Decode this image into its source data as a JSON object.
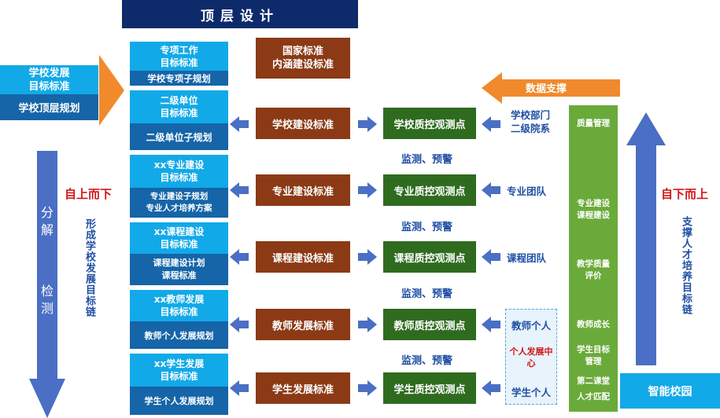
{
  "title": "顶层设计",
  "left_top": {
    "line1": "学校发展",
    "line2": "目标标准",
    "bottom": "学校顶层规划"
  },
  "left_arrow_text": {
    "line1": "分",
    "line2": "解",
    "line3": "检",
    "line4": "测"
  },
  "top_down": "自上而下",
  "chain_text": "形成学校发展目标链",
  "plans": [
    {
      "t1": "专项工作",
      "t2": "目标标准",
      "b1": "学校专项子规划",
      "b2": ""
    },
    {
      "t1": "二级单位",
      "t2": "目标标准",
      "b1": "二级单位子规划",
      "b2": ""
    },
    {
      "t1": "xx专业建设",
      "t2": "目标标准",
      "b1": "专业建设子规划",
      "b2": "专业人才培养方案"
    },
    {
      "t1": "xx课程建设",
      "t2": "目标标准",
      "b1": "课程建设计划",
      "b2": "课程标准"
    },
    {
      "t1": "xx教师发展",
      "t2": "目标标准",
      "b1": "教师个人发展规划",
      "b2": ""
    },
    {
      "t1": "xx学生发展",
      "t2": "目标标准",
      "b1": "学生个人发展规划",
      "b2": ""
    }
  ],
  "national": {
    "line1": "国家标准",
    "line2": "内涵建设标准"
  },
  "standards": [
    "学校建设标准",
    "专业建设标准",
    "课程建设标准",
    "教师发展标准",
    "学生发展标准"
  ],
  "monitors": [
    "学校质控观测点",
    "专业质控观测点",
    "课程质控观测点",
    "教师质控观测点",
    "学生质控观测点"
  ],
  "monitor_warn": "监测、预警",
  "sources": {
    "school": {
      "line1": "学校部门",
      "line2": "二级院系"
    },
    "major": "专业团队",
    "course": "课程团队",
    "teacher": "教师个人",
    "personal_center": {
      "line1": "个人发展中",
      "line2": "心"
    },
    "student": "学生个人"
  },
  "data_support": "数据支撑",
  "green_items": [
    {
      "line1": "质量管理",
      "line2": ""
    },
    {
      "line1": "专业建设",
      "line2": "课程建设"
    },
    {
      "line1": "教学质量",
      "line2": "评价"
    },
    {
      "line1": "教师成长",
      "line2": ""
    },
    {
      "line1": "学生目标",
      "line2": "管理"
    },
    {
      "line1": "第二课堂",
      "line2": ""
    },
    {
      "line1": "人才匹配",
      "line2": ""
    }
  ],
  "bottom_up": "自下而上",
  "support_text": "支撑人才培养目标链",
  "smart_campus": "智能校园",
  "colors": {
    "navy": "#0d2a6b",
    "light_blue": "#12a9e8",
    "dark_blue": "#1565a8",
    "brown": "#8b3a15",
    "dark_green": "#2f6b1f",
    "green": "#6aaa3a",
    "arrow_blue": "#4a6fc4",
    "arrow_orange": "#f08a2c",
    "red": "#d01818"
  }
}
